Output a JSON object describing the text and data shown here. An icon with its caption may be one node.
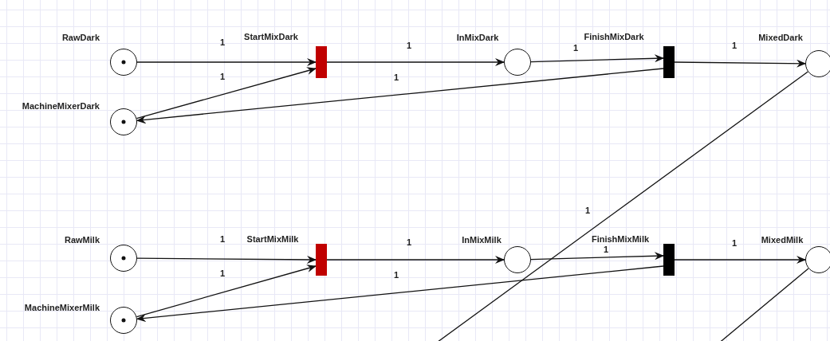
{
  "diagram": {
    "nodes": [
      {
        "text": [
          "RawDark"
        ]
      },
      {
        "text": [
          "MachineMixerDark"
        ]
      },
      {
        "text": [
          "StartMixDark"
        ]
      },
      {
        "text": [
          "InMixDark"
        ]
      },
      {
        "text": [
          "FinishMixDark"
        ]
      },
      {
        "text": [
          "MixedDark"
        ]
      },
      {
        "text": [
          "RawMilk"
        ]
      },
      {
        "text": [
          "MachineMixerMilk"
        ]
      },
      {
        "text": [
          "StartMixMilk"
        ]
      },
      {
        "text": [
          "InMixMilk"
        ]
      },
      {
        "text": [
          "FinishMixMilk"
        ]
      },
      {
        "text": [
          "MixedMilk"
        ]
      }
    ],
    "edges": [
      {
        "from": 0,
        "to": 2,
        "arrow": "to",
        "label": "1"
      },
      {
        "from": 1,
        "to": 2,
        "arrow": "to",
        "label": "1"
      },
      {
        "from": 2,
        "to": 3,
        "arrow": "to",
        "label": "1"
      },
      {
        "from": 3,
        "to": 4,
        "arrow": "to",
        "label": "1"
      },
      {
        "from": 4,
        "to": 1,
        "arrow": "to",
        "label": "1"
      },
      {
        "from": 4,
        "to": 5,
        "arrow": "to",
        "label": "1"
      },
      {
        "from": 5,
        "to": null,
        "arrow": "none",
        "label": "1"
      },
      {
        "from": 6,
        "to": 8,
        "arrow": "to",
        "label": "1"
      },
      {
        "from": 7,
        "to": 8,
        "arrow": "to",
        "label": "1"
      },
      {
        "from": 8,
        "to": 9,
        "arrow": "to",
        "label": "1"
      },
      {
        "from": 9,
        "to": 10,
        "arrow": "to",
        "label": "1"
      },
      {
        "from": 10,
        "to": 7,
        "arrow": "to",
        "label": "1"
      },
      {
        "from": 10,
        "to": 11,
        "arrow": "to",
        "label": "1"
      },
      {
        "from": 11,
        "to": null,
        "arrow": "none"
      }
    ]
  }
}
